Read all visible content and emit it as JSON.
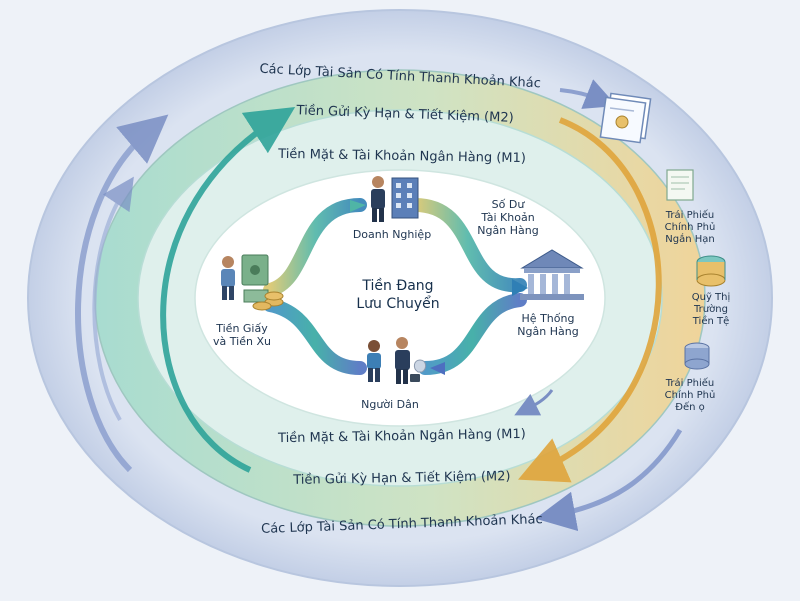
{
  "rings": {
    "outer_top": "Các Lớp Tài Sản Có Tính Thanh Khoản Khác",
    "outer_bottom": "Các Lớp Tài Sản Có Tính Thanh Khoản Khác",
    "m2_top": "Tiền Gửi Kỳ Hạn & Tiết Kiệm (M2)",
    "m2_bottom": "Tiền Gửi Kỳ Hạn & Tiết Kiệm (M2)",
    "m1_top": "Tiền Mặt & Tài Khoản Ngân Hàng (M1)",
    "m1_bottom": "Tiền Mặt & Tài Khoản Ngân Hàng (M1)"
  },
  "center": {
    "line1": "Tiền Đang",
    "line2": "Lưu Chuyển"
  },
  "nodes": {
    "business": "Doanh Nghiệp",
    "balance": {
      "line1": "Số Dư",
      "line2": "Tài Khoản",
      "line3": "Ngân Hàng"
    },
    "cash": {
      "line1": "Tiền Giấy",
      "line2": "và Tiền Xu"
    },
    "banking": {
      "line1": "Hệ Thống",
      "line2": "Ngân Hàng"
    },
    "people": "Người Dân"
  },
  "assets": {
    "tbills": {
      "line1": "Trái Phiếu",
      "line2": "Chính Phủ",
      "line3": "Ngắn Hạn"
    },
    "mmf": {
      "line1": "Quỹ Thị",
      "line2": "Trường",
      "line3": "Tiền Tệ"
    },
    "bonds": {
      "line1": "Trái Phiếu",
      "line2": "Chính Phủ",
      "line3": "Đến ọ"
    }
  },
  "colors": {
    "outer_ring": "#c9d5ea",
    "m2_ring_warm": "#f0d9a0",
    "m2_ring_cool": "#a8dcd0",
    "m1_ring": "#dff0ec",
    "core": "#ffffff",
    "arrow_blue": "#7a8fc4",
    "arrow_teal": "#2fa49a",
    "arrow_gold": "#e8b64c"
  },
  "icons": [
    "certificate-icon",
    "bond-document-icon",
    "money-market-fund-icon",
    "government-bond-icon",
    "bank-icon",
    "businessman-icon",
    "people-icon",
    "cash-coins-icon"
  ]
}
